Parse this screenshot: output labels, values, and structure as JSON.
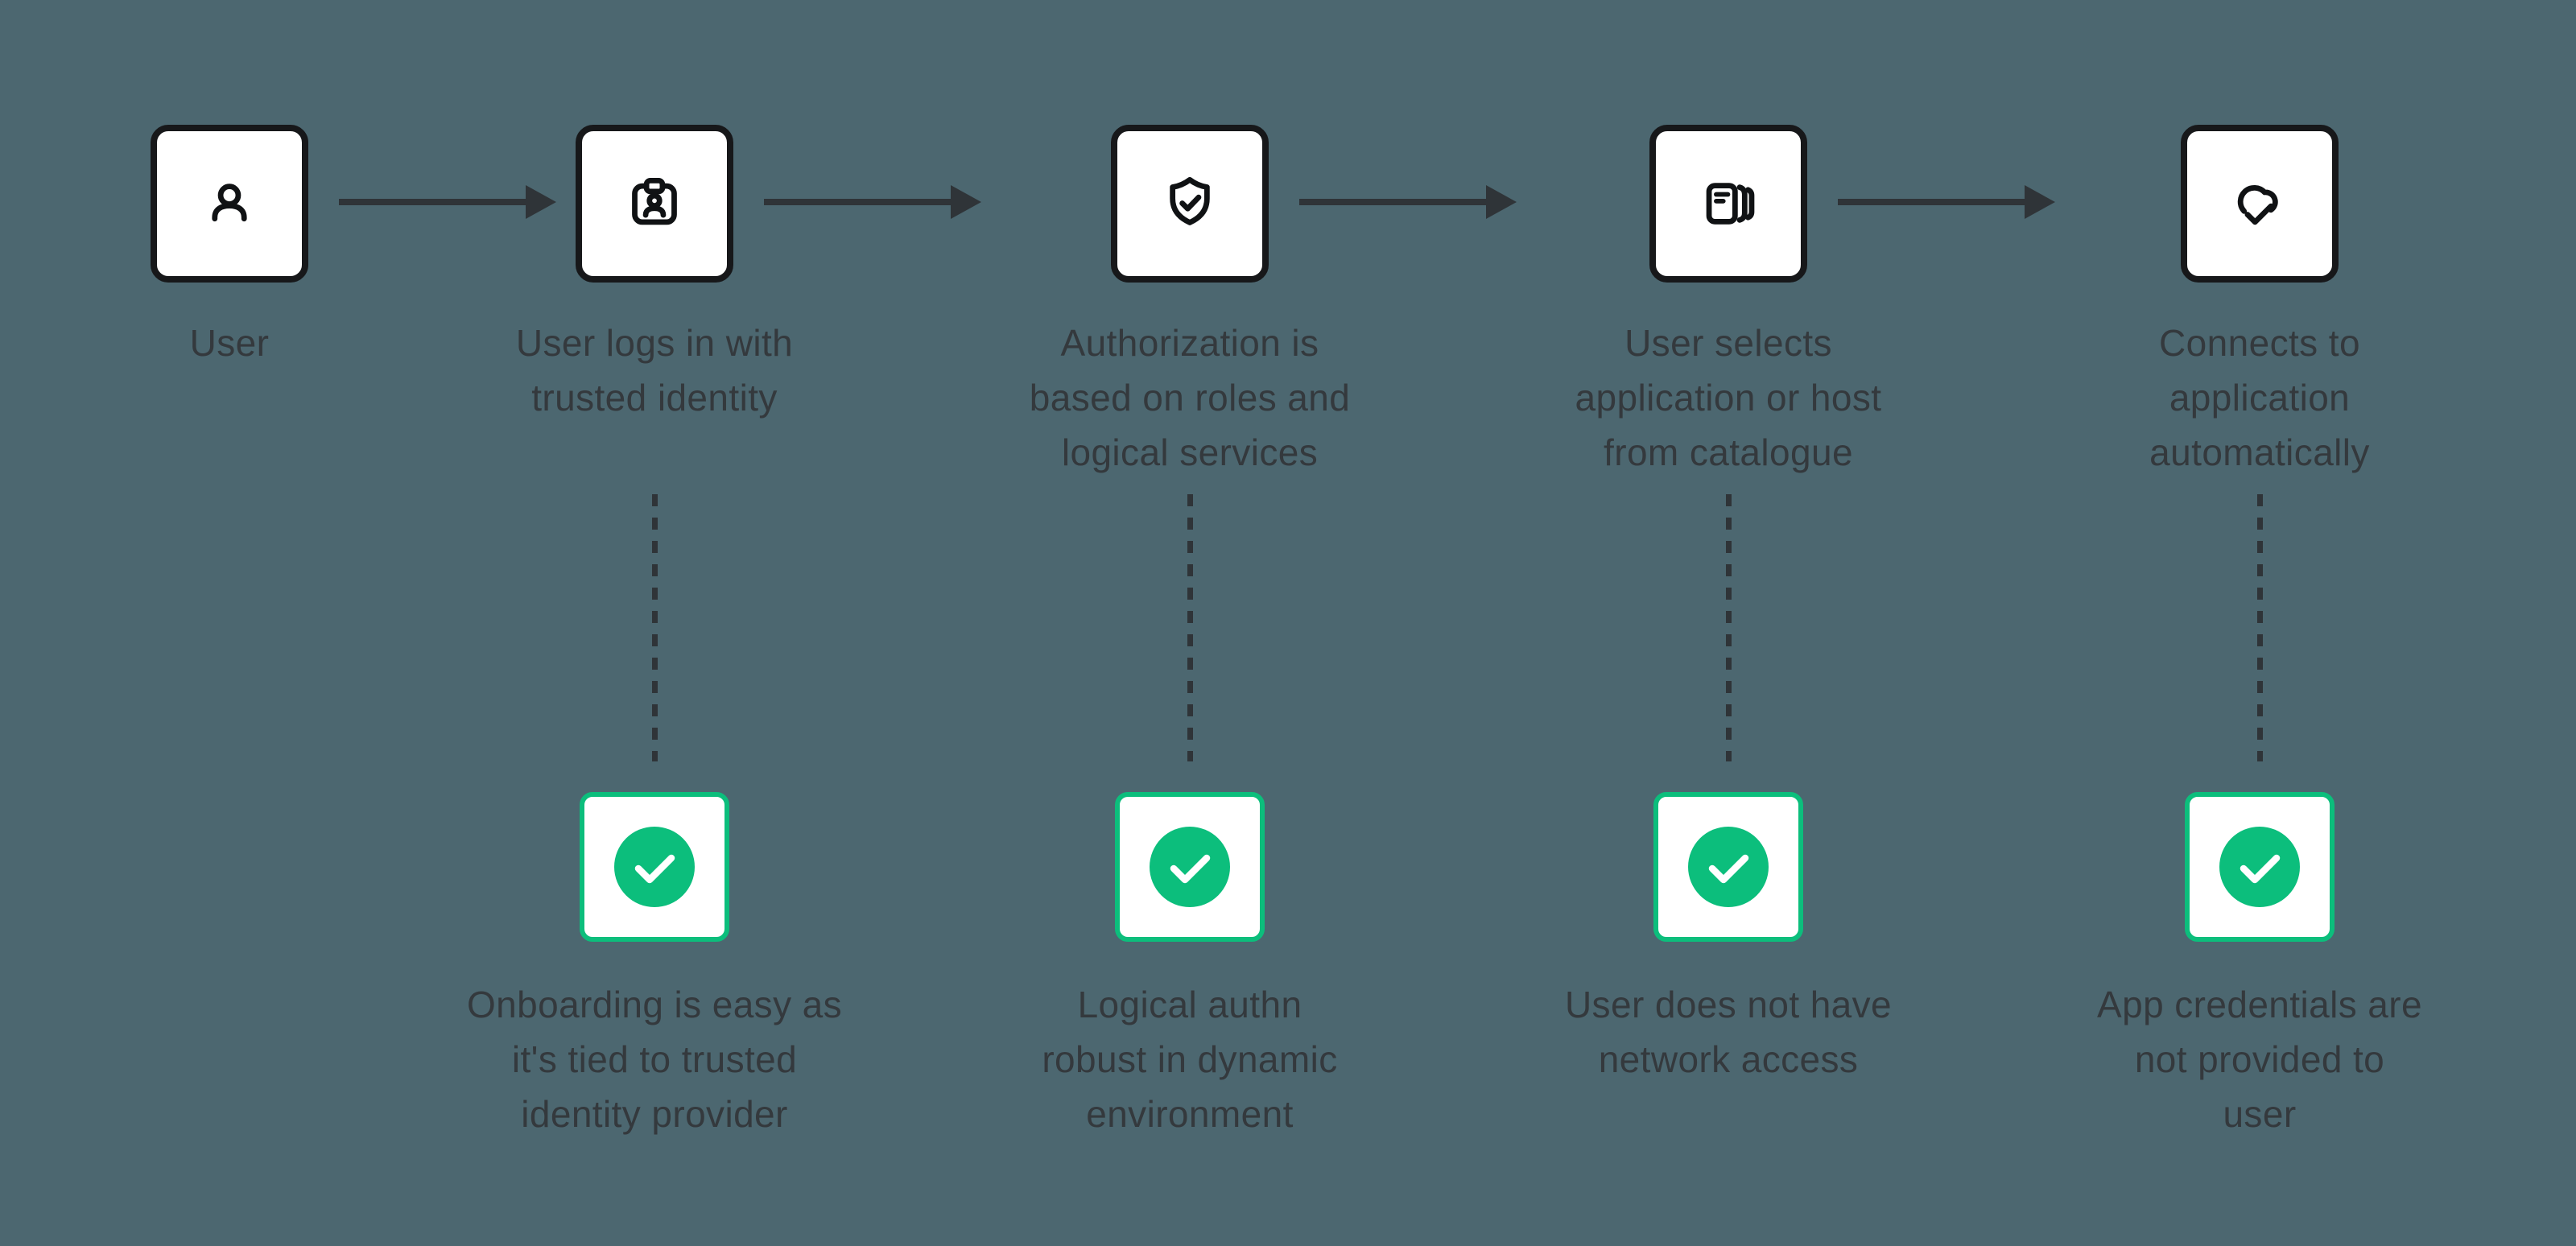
{
  "diagram": {
    "background_color": "#4c6770",
    "accent_green": "#0cbe7c",
    "ink_color": "#2f3438",
    "steps": [
      {
        "icon": "user-icon",
        "label": "User"
      },
      {
        "icon": "id-badge-icon",
        "label": "User logs in with\ntrusted identity",
        "outcome": "Onboarding is easy as\nit's tied to trusted\nidentity provider"
      },
      {
        "icon": "shield-check-icon",
        "label": "Authorization is\nbased on roles and\nlogical services",
        "outcome": "Logical authn\nrobust in dynamic\nenvironment"
      },
      {
        "icon": "catalogue-icon",
        "label": "User selects\napplication or host\nfrom catalogue",
        "outcome": "User does not have\nnetwork access"
      },
      {
        "icon": "cloud-check-icon",
        "label": "Connects to\napplication\nautomatically",
        "outcome": "App credentials are\nnot provided to\nuser"
      }
    ]
  }
}
